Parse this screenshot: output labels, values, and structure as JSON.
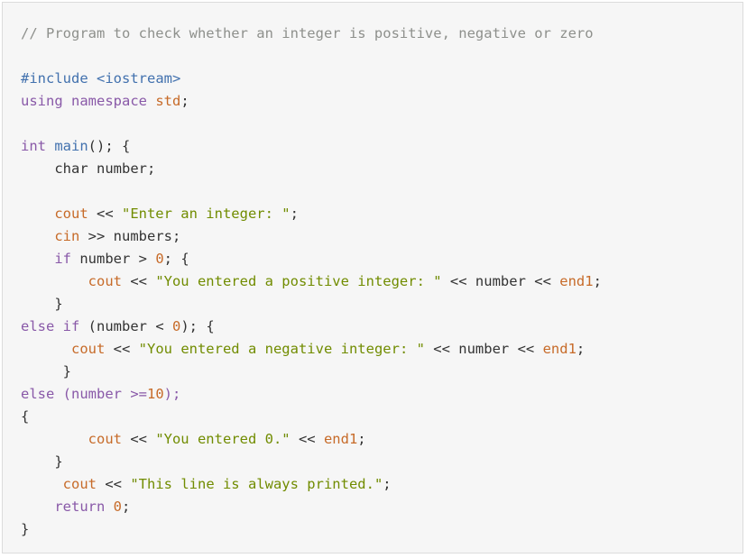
{
  "code": {
    "lines": [
      [
        {
          "t": "// Program to check whether an integer is positive, negative or zero",
          "k": "comment"
        }
      ],
      [],
      [
        {
          "t": "#include ",
          "k": "include"
        },
        {
          "t": "<iostream>",
          "k": "include"
        }
      ],
      [
        {
          "t": "using ",
          "k": "keyword"
        },
        {
          "t": "namespace ",
          "k": "keyword"
        },
        {
          "t": "std",
          "k": "ns"
        },
        {
          "t": ";",
          "k": "punct"
        }
      ],
      [],
      [
        {
          "t": "int ",
          "k": "type"
        },
        {
          "t": "main",
          "k": "func"
        },
        {
          "t": "(); {",
          "k": "punct"
        }
      ],
      [
        {
          "t": "    char number;",
          "k": "ident"
        }
      ],
      [],
      [
        {
          "t": "    ",
          "k": "punct"
        },
        {
          "t": "cout",
          "k": "stream"
        },
        {
          "t": " << ",
          "k": "punct"
        },
        {
          "t": "\"Enter an integer: \"",
          "k": "string"
        },
        {
          "t": ";",
          "k": "punct"
        }
      ],
      [
        {
          "t": "    ",
          "k": "punct"
        },
        {
          "t": "cin",
          "k": "stream"
        },
        {
          "t": " >> numbers;",
          "k": "punct"
        }
      ],
      [
        {
          "t": "    ",
          "k": "punct"
        },
        {
          "t": "if",
          "k": "keyword"
        },
        {
          "t": " number > ",
          "k": "punct"
        },
        {
          "t": "0",
          "k": "number"
        },
        {
          "t": "; {",
          "k": "punct"
        }
      ],
      [
        {
          "t": "        ",
          "k": "punct"
        },
        {
          "t": "cout",
          "k": "stream"
        },
        {
          "t": " << ",
          "k": "punct"
        },
        {
          "t": "\"You entered a positive integer: \"",
          "k": "string"
        },
        {
          "t": " << number << ",
          "k": "punct"
        },
        {
          "t": "end1",
          "k": "stream"
        },
        {
          "t": ";",
          "k": "punct"
        }
      ],
      [
        {
          "t": "    }",
          "k": "punct"
        }
      ],
      [
        {
          "t": "else if",
          "k": "keyword"
        },
        {
          "t": " (number < ",
          "k": "punct"
        },
        {
          "t": "0",
          "k": "number"
        },
        {
          "t": "); {",
          "k": "punct"
        }
      ],
      [
        {
          "t": "      ",
          "k": "punct"
        },
        {
          "t": "cout",
          "k": "stream"
        },
        {
          "t": " << ",
          "k": "punct"
        },
        {
          "t": "\"You entered a negative integer: \"",
          "k": "string"
        },
        {
          "t": " << number << ",
          "k": "punct"
        },
        {
          "t": "end1",
          "k": "stream"
        },
        {
          "t": ";",
          "k": "punct"
        }
      ],
      [
        {
          "t": "     }",
          "k": "punct"
        }
      ],
      [
        {
          "t": "else ",
          "k": "keyword"
        },
        {
          "t": "(number >=",
          "k": "keyword"
        },
        {
          "t": "10",
          "k": "number"
        },
        {
          "t": ");",
          "k": "keyword"
        }
      ],
      [
        {
          "t": "{",
          "k": "punct"
        }
      ],
      [
        {
          "t": "        ",
          "k": "punct"
        },
        {
          "t": "cout",
          "k": "stream"
        },
        {
          "t": " << ",
          "k": "punct"
        },
        {
          "t": "\"You entered 0.\"",
          "k": "string"
        },
        {
          "t": " << ",
          "k": "punct"
        },
        {
          "t": "end1",
          "k": "stream"
        },
        {
          "t": ";",
          "k": "punct"
        }
      ],
      [
        {
          "t": "    }",
          "k": "punct"
        }
      ],
      [
        {
          "t": "     ",
          "k": "punct"
        },
        {
          "t": "cout",
          "k": "stream"
        },
        {
          "t": " << ",
          "k": "punct"
        },
        {
          "t": "\"This line is always printed.\"",
          "k": "string"
        },
        {
          "t": ";",
          "k": "punct"
        }
      ],
      [
        {
          "t": "    ",
          "k": "punct"
        },
        {
          "t": "return",
          "k": "keyword"
        },
        {
          "t": " ",
          "k": "punct"
        },
        {
          "t": "0",
          "k": "number"
        },
        {
          "t": ";",
          "k": "punct"
        }
      ],
      [
        {
          "t": "}",
          "k": "punct"
        }
      ]
    ]
  }
}
